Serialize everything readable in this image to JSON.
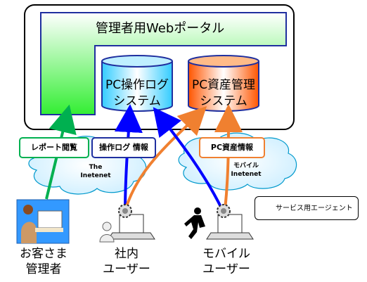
{
  "portal": {
    "title": "管理者用Webポータル"
  },
  "systems": [
    {
      "id": "pc-operation-log",
      "line1": "PC操作ログ",
      "line2": "システム",
      "color": "#33ccff"
    },
    {
      "id": "pc-asset",
      "line1": "PC資産管理",
      "line2": "システム",
      "color": "#ff6600"
    }
  ],
  "tags": {
    "report": "レポート閲覧",
    "operation_log": "操作ログ 情報",
    "asset_info": "PC資産情報"
  },
  "clouds": {
    "left": {
      "line1": "The",
      "line2": "Inetenet"
    },
    "right": {
      "line1": "モバイル",
      "line2": "Inetenet"
    }
  },
  "users": {
    "customer": {
      "line1": "お客さま",
      "line2": "管理者"
    },
    "internal": {
      "line1": "社内",
      "line2": "ユーザー"
    },
    "mobile": {
      "line1": "モバイル",
      "line2": "ユーザー"
    }
  },
  "legend": {
    "label": "サービス用エージェント"
  },
  "colors": {
    "green": "#00b050",
    "blue": "#0000ff",
    "orange": "#f08030",
    "darkblue": "#1f2f9f"
  }
}
